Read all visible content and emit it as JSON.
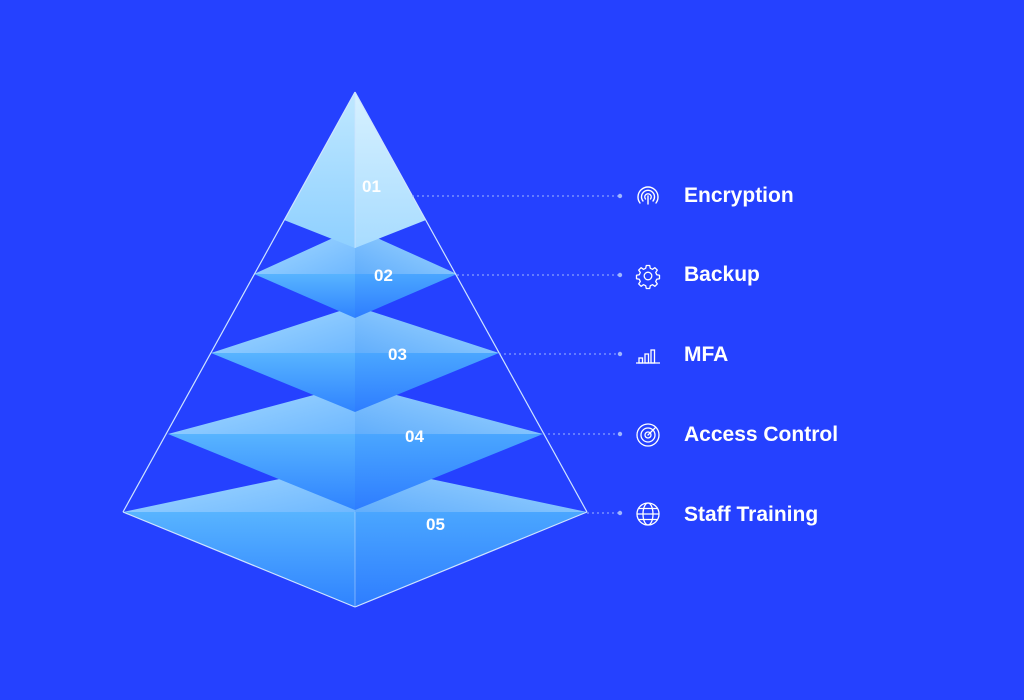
{
  "diagram": {
    "tiers": [
      {
        "number": "01",
        "label": "Encryption",
        "icon": "radar-icon"
      },
      {
        "number": "02",
        "label": "Backup",
        "icon": "gear-icon"
      },
      {
        "number": "03",
        "label": "MFA",
        "icon": "bar-chart-icon"
      },
      {
        "number": "04",
        "label": "Access Control",
        "icon": "target-icon"
      },
      {
        "number": "05",
        "label": "Staff Training",
        "icon": "globe-icon"
      }
    ]
  },
  "colors": {
    "background": "#2541ff",
    "tier_light": "#bfe8ff",
    "tier_dark": "#2f7cff",
    "outline": "#cfe4ff",
    "connector": "#9fb5ff",
    "text": "#ffffff"
  }
}
